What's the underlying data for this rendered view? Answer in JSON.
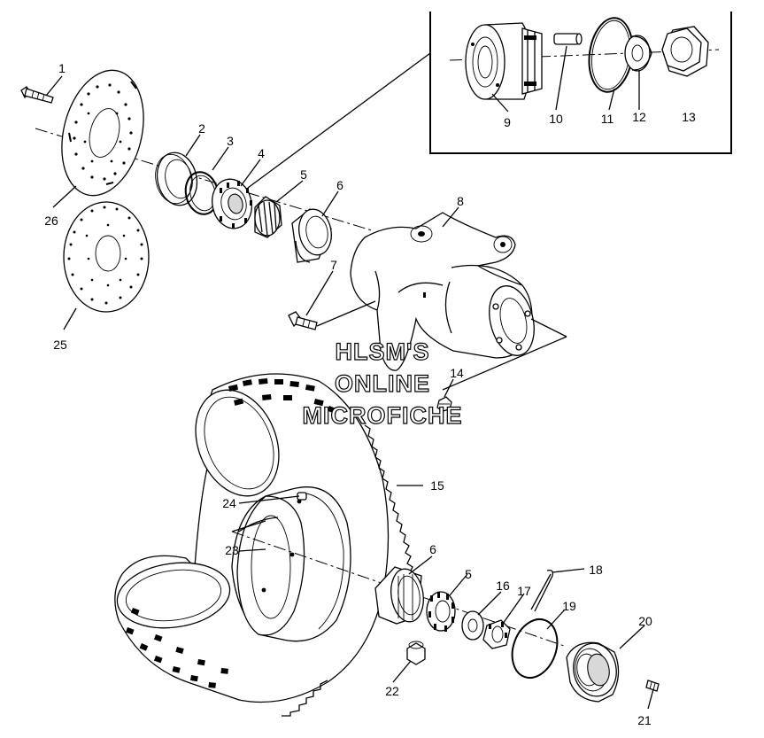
{
  "watermark": {
    "line1": "HLSM'S",
    "line2": "ONLINE",
    "line3": "MICROFICHE"
  },
  "callouts": [
    "1",
    "2",
    "3",
    "4",
    "5",
    "6",
    "7",
    "8",
    "9",
    "10",
    "11",
    "12",
    "13",
    "14",
    "15",
    "5",
    "6",
    "16",
    "17",
    "18",
    "19",
    "20",
    "21",
    "22",
    "23",
    "24",
    "25",
    "26"
  ]
}
